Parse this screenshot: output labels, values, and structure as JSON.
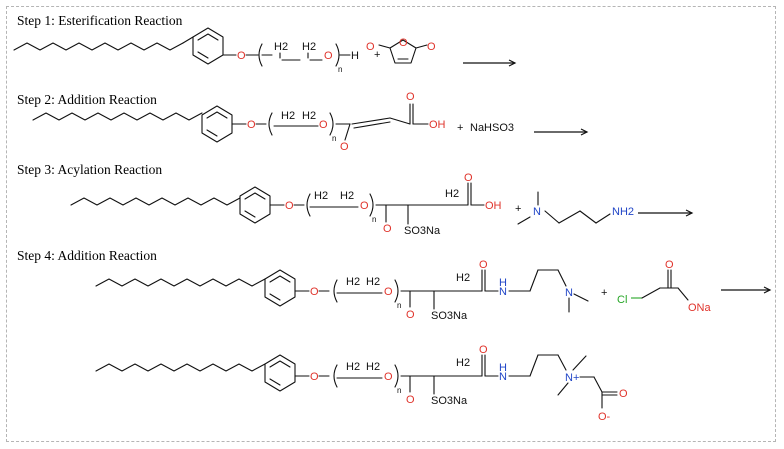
{
  "steps": [
    {
      "label": "Step 1: Esterification Reaction"
    },
    {
      "label": "Step 2: Addition Reaction"
    },
    {
      "label": "Step 3: Acylation Reaction"
    },
    {
      "label": "Step 4: Addition Reaction"
    }
  ],
  "atoms": {
    "o": "O",
    "h": "H",
    "h2": "H2",
    "n_sub": "n",
    "oh": "OH",
    "nahso3": "NaHSO3",
    "so3na": "SO3Na",
    "nh": "H",
    "n": "N",
    "nh2": "NH2",
    "cl": "Cl",
    "ona": "ONa",
    "plus": "+",
    "n_plus": "N+",
    "o_minus": "O-"
  },
  "colors": {
    "bond": "#111111",
    "oxygen": "#e0342c",
    "nitrogen": "#2146c7",
    "chlorine": "#26a626",
    "frame": "#b5b5b5"
  }
}
